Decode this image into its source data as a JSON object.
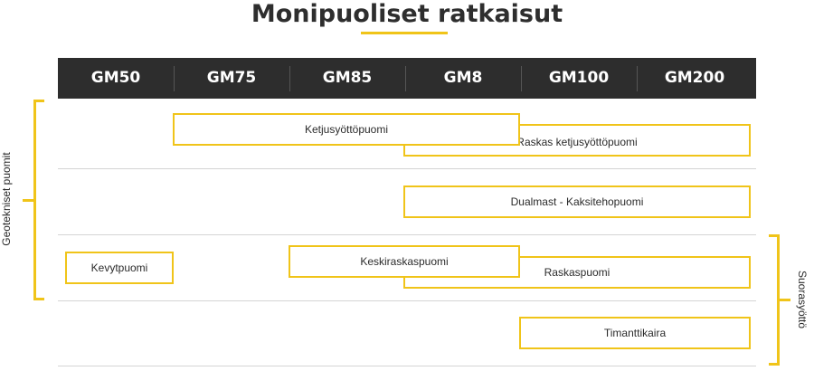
{
  "title": "Monipuoliset ratkaisut",
  "models": [
    "GM50",
    "GM75",
    "GM85",
    "GM8",
    "GM100",
    "GM200"
  ],
  "solutions": {
    "ketjusyottopuomi": "Ketjusyöttöpuomi",
    "raskas_ketjusyottopuomi": "Raskas ketjusyöttöpuomi",
    "dualmast": "Dualmast - Kaksitehopuomi",
    "kevytpuomi": "Kevytpuomi",
    "keskiraskaspuomi": "Keskiraskaspuomi",
    "raskaspuomi": "Raskaspuomi",
    "timanttikaira": "Timanttikaira"
  },
  "groups": {
    "left": "Geotekniset puomit",
    "right": "Suorasyöttö"
  },
  "colors": {
    "accent": "#f0c419",
    "header_bg": "#2d2d2d",
    "header_text": "#ffffff"
  }
}
